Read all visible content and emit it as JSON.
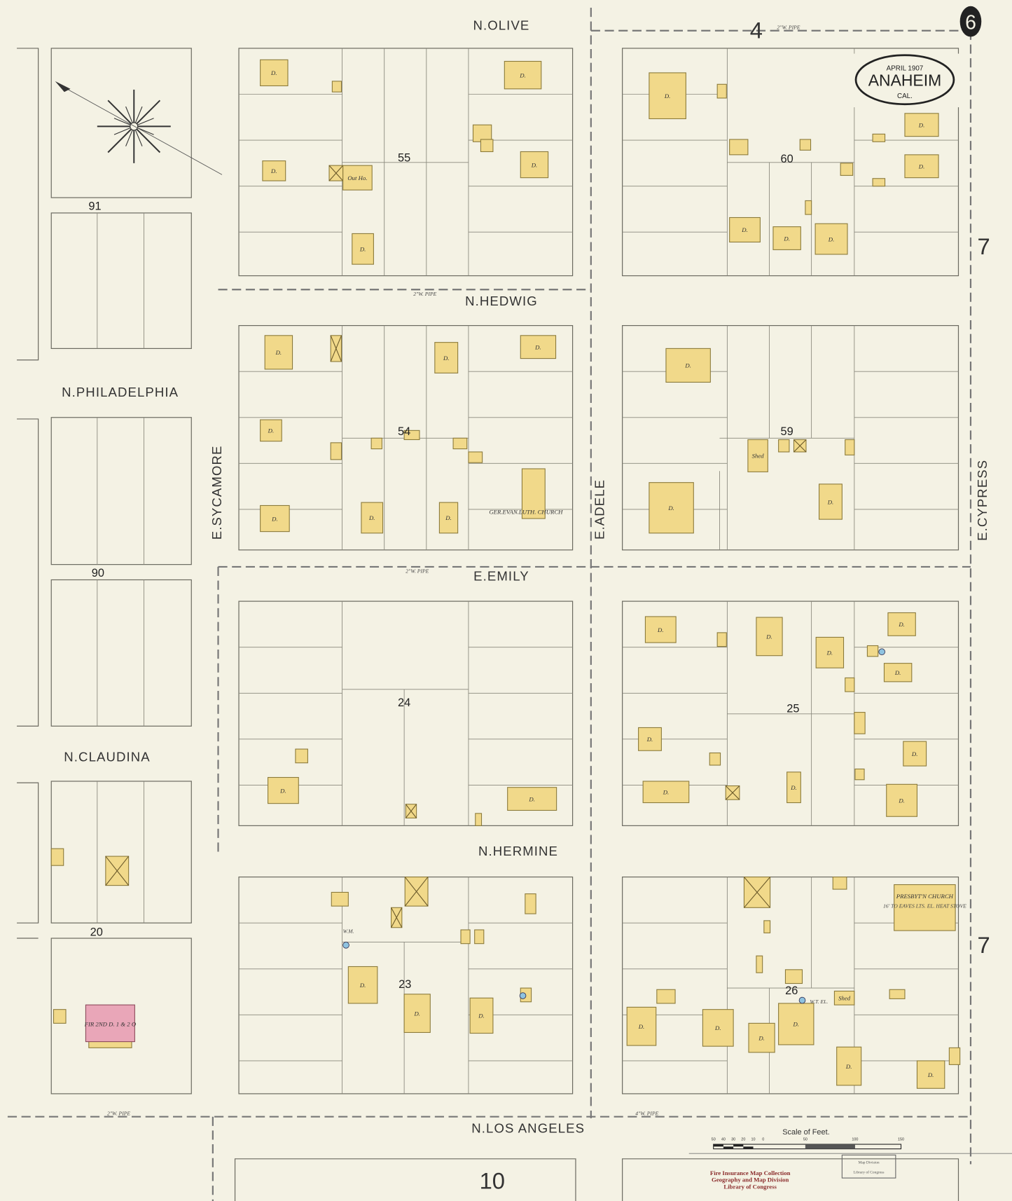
{
  "title": {
    "date": "APRIL 1907",
    "city": "ANAHEIM",
    "state": "CAL."
  },
  "sheet_number": "6",
  "adjoining_sheets": {
    "top": "4",
    "right_upper": "7",
    "right_lower": "7",
    "bottom": "10"
  },
  "streets": {
    "n_olive": "N.OLIVE",
    "n_hedwig": "N.HEDWIG",
    "e_emily": "E.EMILY",
    "n_hermine": "N.HERMINE",
    "n_los_angeles": "N.LOS ANGELES",
    "n_philadelphia": "N.PHILADELPHIA",
    "n_claudina": "N.CLAUDINA",
    "e_sycamore": "E.SYCAMORE",
    "e_adele": "E.ADELE",
    "e_cypress": "E.CYPRESS"
  },
  "pipes": {
    "two_inch": "2\"W. PIPE",
    "four_inch": "4\"W. PIPE"
  },
  "blocks": [
    "91",
    "90",
    "20",
    "55",
    "54",
    "24",
    "23",
    "60",
    "59",
    "25",
    "26"
  ],
  "labels": {
    "dwelling": "D.",
    "outhouse": "Out Ho.",
    "shed": "Shed",
    "church_lutheran": "GER.EVAN.LUTH. CHURCH",
    "church_presbyterian": "PRESBYT'N CHURCH",
    "presbyterian_note": "16' TO EAVES LTS. EL. HEAT STOVE",
    "wind_mill": "W.M.",
    "water_tank": "W.T. EL.",
    "fire_hall": "FIR 2ND D. 1 & 2 O"
  },
  "scale": {
    "label": "Scale of Feet.",
    "ticks": [
      "50",
      "40",
      "30",
      "20",
      "10",
      "0",
      "50",
      "100",
      "150"
    ]
  },
  "stamps": {
    "collection_line1": "Fire Insurance Map Collection",
    "collection_line2": "Geography and Map Division",
    "collection_line3": "Library of Congress",
    "box_line1": "Map Division",
    "box_line2": "Library of Congress"
  },
  "colors": {
    "paper": "#f4f2e4",
    "frame_dwelling": "#f1d98a",
    "brick": "#e9a6b8",
    "water": "#8fc3e0"
  }
}
